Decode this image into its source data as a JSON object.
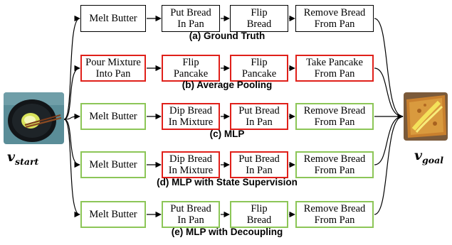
{
  "start_label": {
    "symbol": "v",
    "subscript": "start"
  },
  "goal_label": {
    "symbol": "v",
    "subscript": "goal"
  },
  "start_image_icon": "pan-with-melting-butter-photo",
  "goal_image_icon": "grilled-cheese-sandwich-photo",
  "colors": {
    "ground_truth": "#000000",
    "wrong": "#e0201a",
    "correct": "#8cc657"
  },
  "rows": [
    {
      "caption": "(a) Ground Truth",
      "steps": [
        {
          "text": "Melt Butter",
          "status": "ground_truth"
        },
        {
          "text": "Put Bread\nIn Pan",
          "status": "ground_truth"
        },
        {
          "text": "Flip\nBread",
          "status": "ground_truth"
        },
        {
          "text": "Remove Bread\nFrom Pan",
          "status": "ground_truth"
        }
      ]
    },
    {
      "caption": "(b) Average Pooling",
      "steps": [
        {
          "text": "Pour Mixture\nInto Pan",
          "status": "wrong"
        },
        {
          "text": "Flip\nPancake",
          "status": "wrong"
        },
        {
          "text": "Flip\nPancake",
          "status": "wrong"
        },
        {
          "text": "Take Pancake\nFrom Pan",
          "status": "wrong"
        }
      ]
    },
    {
      "caption": "(c) MLP",
      "steps": [
        {
          "text": "Melt Butter",
          "status": "correct"
        },
        {
          "text": "Dip Bread\nIn Mixture",
          "status": "wrong"
        },
        {
          "text": "Put Bread\nIn Pan",
          "status": "wrong"
        },
        {
          "text": "Remove Bread\nFrom Pan",
          "status": "correct"
        }
      ]
    },
    {
      "caption": "(d) MLP with State Supervision",
      "steps": [
        {
          "text": "Melt Butter",
          "status": "correct"
        },
        {
          "text": "Dip Bread\nIn Mixture",
          "status": "wrong"
        },
        {
          "text": "Put Bread\nIn Pan",
          "status": "wrong"
        },
        {
          "text": "Remove Bread\nFrom Pan",
          "status": "correct"
        }
      ]
    },
    {
      "caption": "(e) MLP with Decoupling",
      "steps": [
        {
          "text": "Melt Butter",
          "status": "correct"
        },
        {
          "text": "Put Bread\nIn Pan",
          "status": "correct"
        },
        {
          "text": "Flip\nBread",
          "status": "correct"
        },
        {
          "text": "Remove Bread\nFrom Pan",
          "status": "correct"
        }
      ]
    }
  ]
}
